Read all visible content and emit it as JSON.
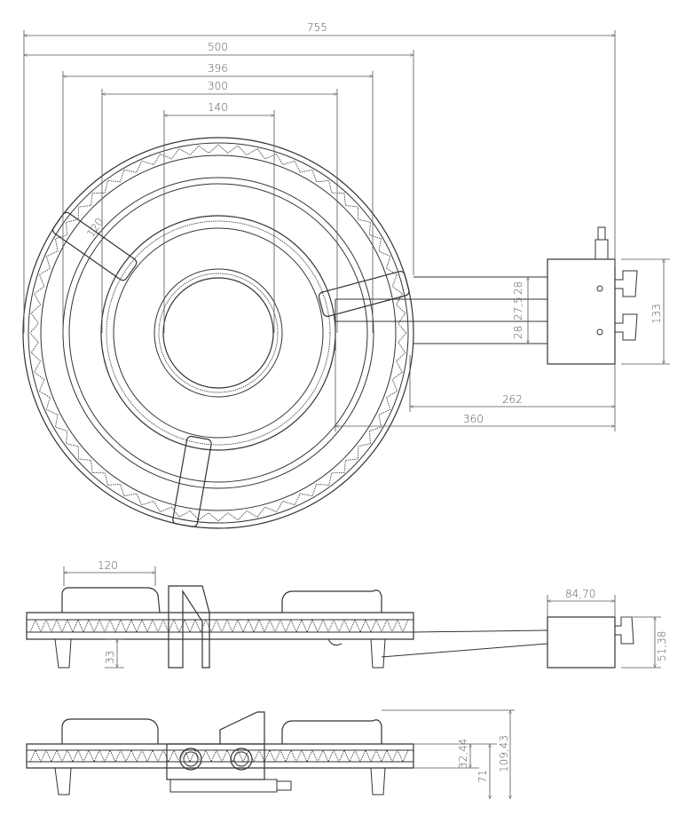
{
  "top_view": {
    "dims": {
      "d755": "755",
      "d500": "500",
      "d396": "396",
      "d300": "300",
      "d140": "140",
      "d120": "120",
      "d28a": "28",
      "d275": "27,5",
      "d28b": "28",
      "d133": "133",
      "d262": "262",
      "d360": "360"
    }
  },
  "side_view": {
    "dims": {
      "d120": "120",
      "d8470": "84,70",
      "d5138": "51,38",
      "d33": "33"
    }
  },
  "front_view": {
    "dims": {
      "d3244": "32,44",
      "d71": "71",
      "d10943": "109,43"
    }
  },
  "colors": {
    "line": "#333333",
    "dimension": "#555555",
    "background": "#ffffff"
  }
}
